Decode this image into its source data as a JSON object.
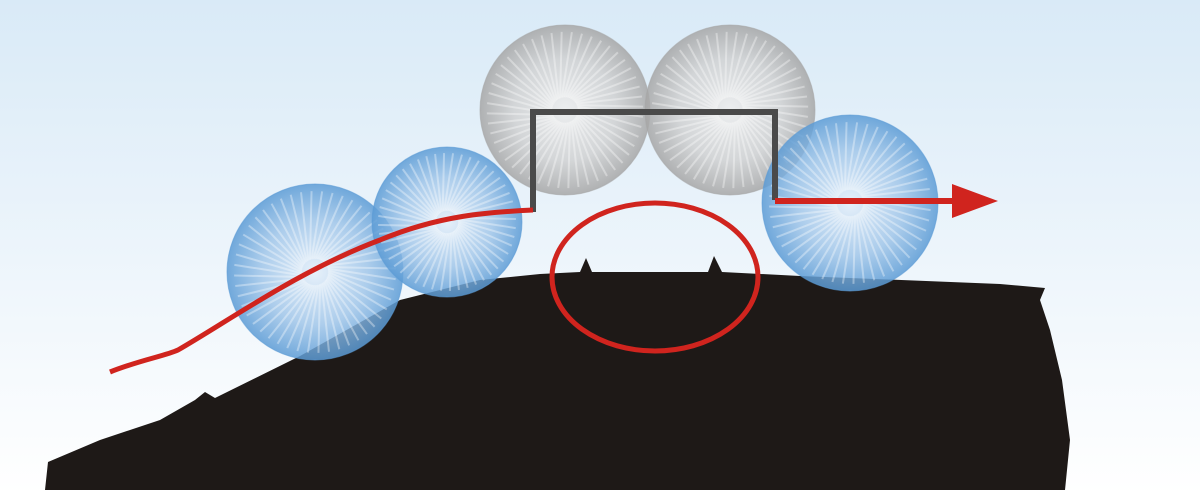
{
  "colors": {
    "sky_top": "#d9eaf7",
    "sky_bottom": "#ffffff",
    "car_silhouette": "#1e1917",
    "blue_sphere": "#5b9bd5",
    "gray_sphere": "#a6a6a6",
    "path_line": "#4a4a4a",
    "trajectory_red": "#d0241e"
  },
  "icons": {
    "car": "car-silhouette",
    "spheres": "sphere-rosette",
    "arrow": "arrow-right"
  }
}
